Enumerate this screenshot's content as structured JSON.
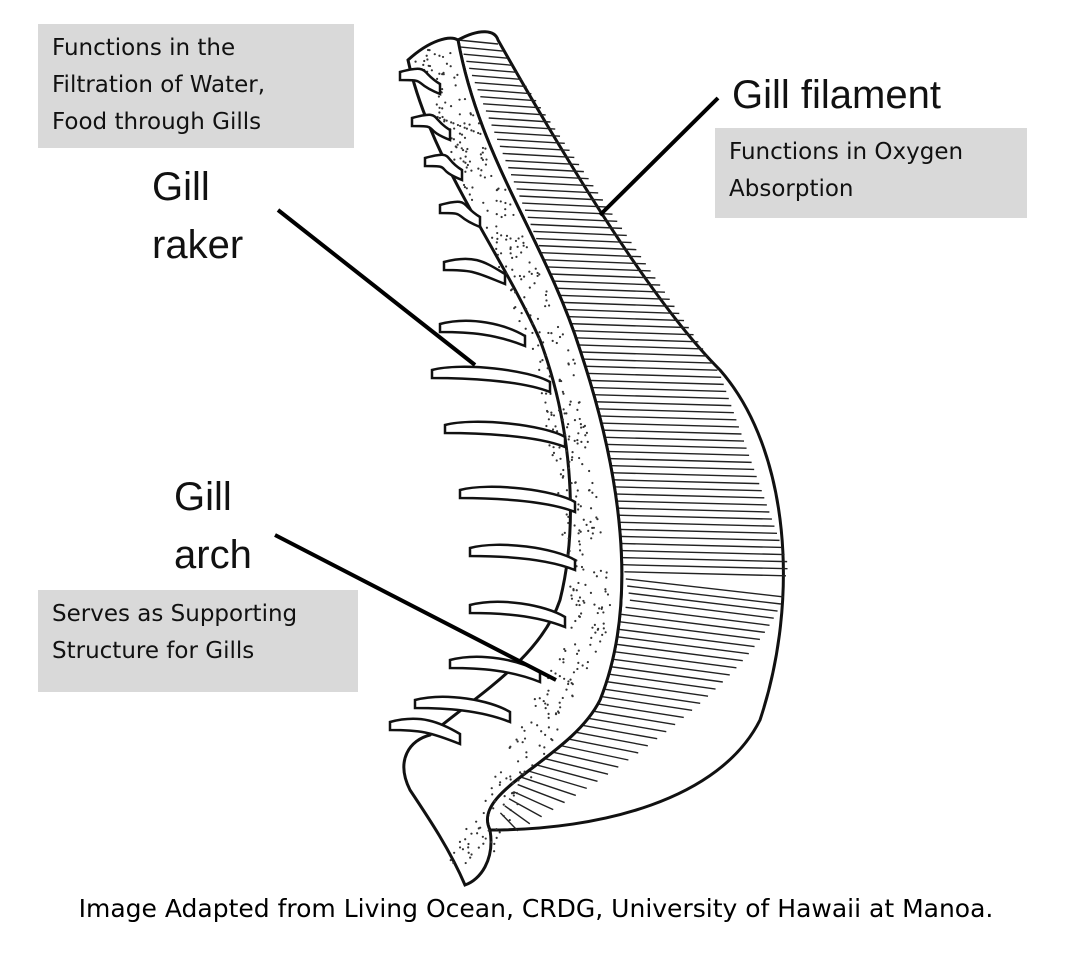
{
  "annotations": {
    "filtration": [
      "Functions in the",
      "Filtration of Water,",
      "Food through Gills"
    ],
    "oxygen": [
      "Functions in Oxygen",
      "Absorption"
    ],
    "support": [
      "Serves as Supporting",
      "Structure for Gills"
    ]
  },
  "labels": {
    "filament": "Gill filament",
    "raker": [
      "Gill",
      "raker"
    ],
    "arch": [
      "Gill",
      "arch"
    ]
  },
  "caption": "Image Adapted from Living Ocean, CRDG, University of Hawaii at Manoa."
}
